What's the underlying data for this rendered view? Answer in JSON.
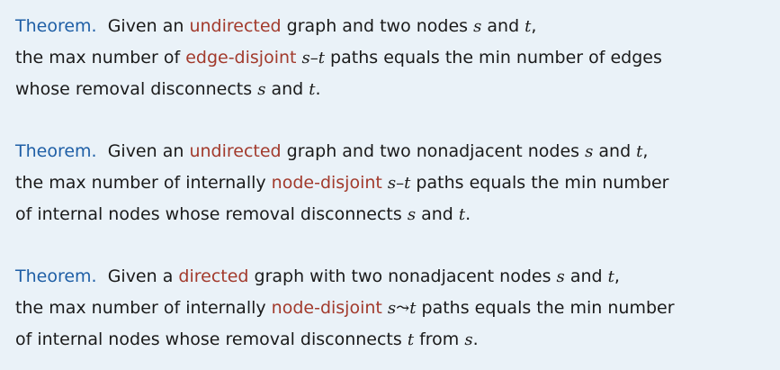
{
  "theorems": [
    {
      "label": "Theorem.",
      "lines": [
        [
          "Given an ",
          "undirected",
          " graph and two nodes ",
          "s",
          " and ",
          "t",
          ","
        ],
        [
          "the max number of ",
          "edge-disjoint",
          " ",
          "s–t",
          " paths equals the min number of edges"
        ],
        [
          "whose removal disconnects ",
          "s",
          " and ",
          "t",
          "."
        ]
      ]
    },
    {
      "label": "Theorem.",
      "lines": [
        [
          "Given an ",
          "undirected",
          " graph and two nonadjacent nodes ",
          "s",
          " and ",
          "t",
          ","
        ],
        [
          "the max number of internally ",
          "node-disjoint",
          " ",
          "s–t",
          " paths equals the min number"
        ],
        [
          "of internal nodes whose removal disconnects ",
          "s",
          " and ",
          "t",
          "."
        ]
      ]
    },
    {
      "label": "Theorem.",
      "lines": [
        [
          "Given a ",
          "directed",
          " graph with two nonadjacent nodes ",
          "s",
          " and ",
          "t",
          ","
        ],
        [
          "the max number of internally ",
          "node-disjoint",
          " ",
          "s⤳t",
          " paths equals the min number"
        ],
        [
          "of internal nodes whose removal disconnects ",
          "t",
          " from ",
          "s",
          "."
        ]
      ]
    }
  ],
  "colors": {
    "background": "#eaf2f8",
    "label": "#1f5fa6",
    "highlight": "#a23a2c",
    "text": "#1a1a1a"
  }
}
